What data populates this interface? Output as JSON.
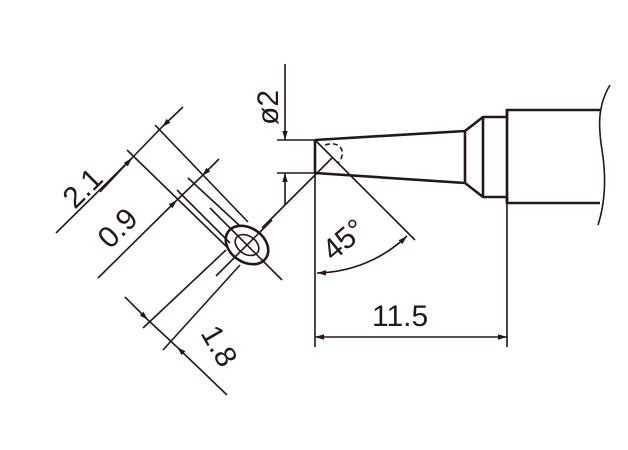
{
  "drawing": {
    "dimensions": {
      "width_2_1": "2.1",
      "width_0_9": "0.9",
      "width_1_8": "1.8",
      "diameter": "ø2",
      "angle": "45°",
      "length": "11.5"
    },
    "line_color": "#231815"
  }
}
